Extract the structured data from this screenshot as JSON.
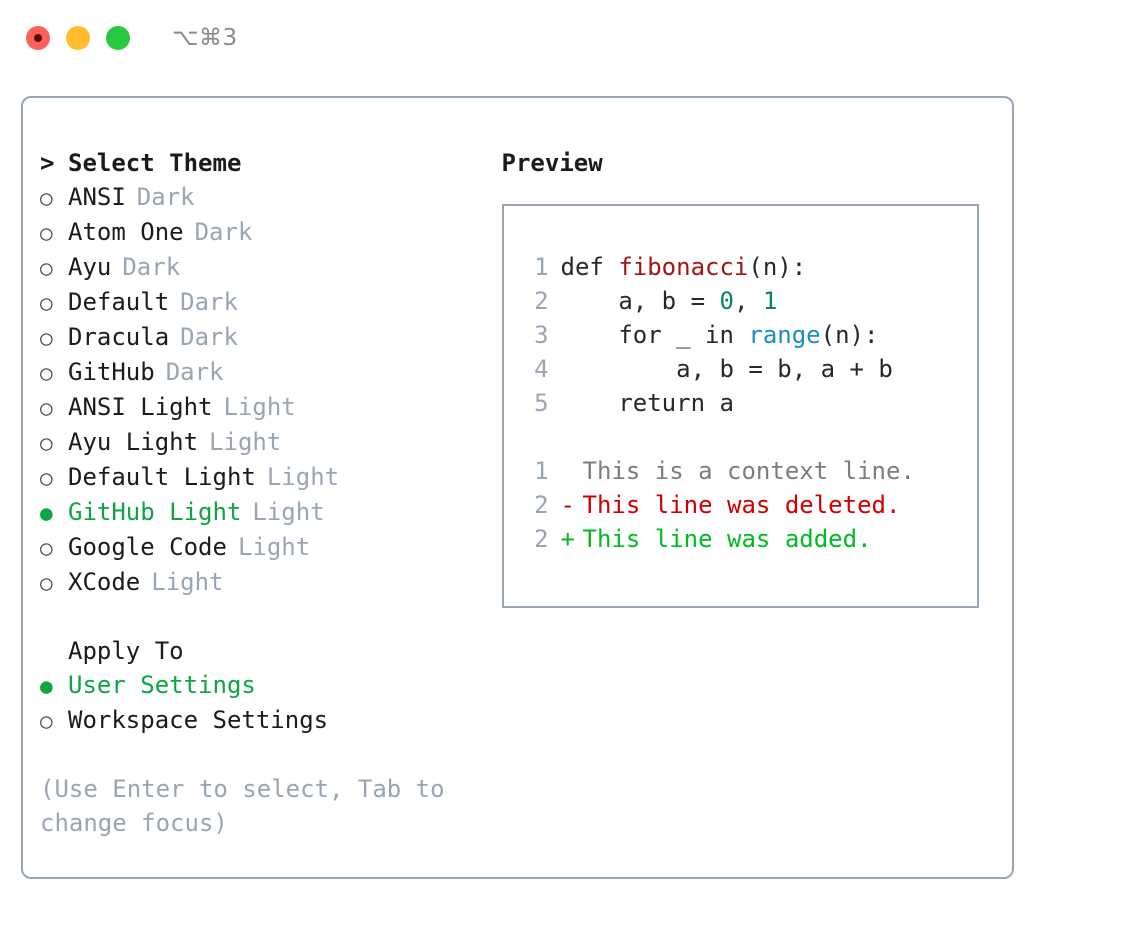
{
  "window": {
    "shortcut": "⌥⌘3",
    "traffic_lights": [
      {
        "name": "close",
        "color": "#ff6057"
      },
      {
        "name": "minimize",
        "color": "#ffbd2e"
      },
      {
        "name": "zoom",
        "color": "#28c840"
      }
    ]
  },
  "theme_picker": {
    "heading": "Select Theme",
    "heading_marker": ">",
    "bullet_empty": "○",
    "bullet_filled": "●",
    "accent_color": "#0fa444",
    "muted_color": "#9aa5b4",
    "items": [
      {
        "label": "ANSI",
        "badge": "Dark",
        "selected": false
      },
      {
        "label": "Atom One",
        "badge": "Dark",
        "selected": false
      },
      {
        "label": "Ayu",
        "badge": "Dark",
        "selected": false
      },
      {
        "label": "Default",
        "badge": "Dark",
        "selected": false
      },
      {
        "label": "Dracula",
        "badge": "Dark",
        "selected": false
      },
      {
        "label": "GitHub",
        "badge": "Dark",
        "selected": false
      },
      {
        "label": "ANSI Light",
        "badge": "Light",
        "selected": false
      },
      {
        "label": "Ayu Light",
        "badge": "Light",
        "selected": false
      },
      {
        "label": "Default Light",
        "badge": "Light",
        "selected": false
      },
      {
        "label": "GitHub Light",
        "badge": "Light",
        "selected": true
      },
      {
        "label": "Google Code",
        "badge": "Light",
        "selected": false
      },
      {
        "label": "XCode",
        "badge": "Light",
        "selected": false
      }
    ]
  },
  "apply_to": {
    "heading": "Apply To",
    "items": [
      {
        "label": "User Settings",
        "selected": true
      },
      {
        "label": "Workspace Settings",
        "selected": false
      }
    ]
  },
  "hint": "(Use Enter to select, Tab to change focus)",
  "preview": {
    "title": "Preview",
    "code_lines": [
      {
        "no": "1",
        "tokens": [
          {
            "t": "def ",
            "k": "plain"
          },
          {
            "t": "fibonacci",
            "k": "func"
          },
          {
            "t": "(n):",
            "k": "plain"
          }
        ]
      },
      {
        "no": "2",
        "tokens": [
          {
            "t": "    a, b = ",
            "k": "plain"
          },
          {
            "t": "0",
            "k": "num"
          },
          {
            "t": ", ",
            "k": "plain"
          },
          {
            "t": "1",
            "k": "num"
          }
        ]
      },
      {
        "no": "3",
        "tokens": [
          {
            "t": "    for _ in ",
            "k": "plain"
          },
          {
            "t": "range",
            "k": "builtin"
          },
          {
            "t": "(n):",
            "k": "plain"
          }
        ]
      },
      {
        "no": "4",
        "tokens": [
          {
            "t": "        a, b = b, a + b",
            "k": "plain"
          }
        ]
      },
      {
        "no": "5",
        "tokens": [
          {
            "t": "    return a",
            "k": "plain"
          }
        ]
      }
    ],
    "diff_lines": [
      {
        "no": "1",
        "sign": " ",
        "text": "This is a context line.",
        "kind": "context"
      },
      {
        "no": "2",
        "sign": "-",
        "text": "This line was deleted.",
        "kind": "del"
      },
      {
        "no": "2",
        "sign": "+",
        "text": "This line was added.",
        "kind": "add"
      }
    ],
    "colors": {
      "function": "#a31515",
      "number": "#098658",
      "builtin": "#1a8bc4",
      "text": "#24292e",
      "lineno": "#9aa5b4",
      "diff_context": "#7d7d7d",
      "diff_delete": "#cc0000",
      "diff_add": "#00bb22"
    }
  }
}
